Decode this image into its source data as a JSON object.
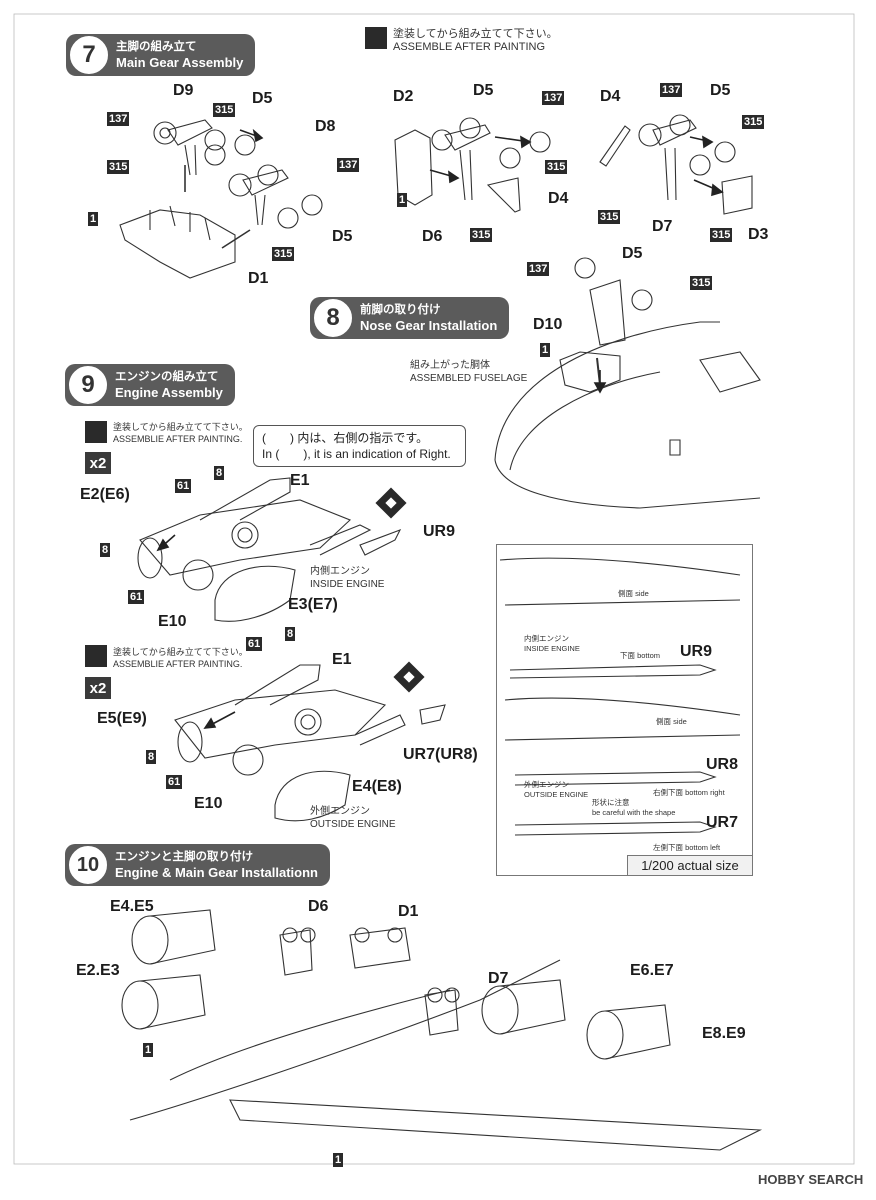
{
  "header": {
    "paint_jp": "塗装してから組み立てて下さい。",
    "paint_en": "ASSEMBLE AFTER PAINTING"
  },
  "steps": {
    "s7": {
      "num": "7",
      "jp": "主脚の組み立て",
      "en": "Main Gear Assembly"
    },
    "s8": {
      "num": "8",
      "jp": "前脚の取り付け",
      "en": "Nose Gear Installation"
    },
    "s9": {
      "num": "9",
      "jp": "エンジンの組み立て",
      "en": "Engine Assembly"
    },
    "s10": {
      "num": "10",
      "jp": "エンジンと主脚の取り付け",
      "en": "Engine & Main Gear Installationn"
    }
  },
  "step7_labels": {
    "d9": "D9",
    "d5a": "D5",
    "d8": "D8",
    "d5b": "D5",
    "d1": "D1",
    "d2": "D2",
    "d5c": "D5",
    "d4": "D4",
    "d6": "D6",
    "d4b": "D4",
    "d5d": "D5",
    "d7": "D7",
    "d3": "D3",
    "n137a": "137",
    "n315a": "315",
    "n315b": "315",
    "n137b": "137",
    "n315c": "315",
    "n1a": "1",
    "n137c": "137",
    "n315d": "315",
    "n1b": "1",
    "n315e": "315",
    "n137d": "137",
    "n315f": "315",
    "n315g": "315",
    "n315h": "315"
  },
  "step8_labels": {
    "d5": "D5",
    "d10": "D10",
    "n137": "137",
    "n315": "315",
    "n1": "1",
    "fuselage_jp": "組み上がった胴体",
    "fuselage_en": "ASSEMBLED FUSELAGE"
  },
  "step9": {
    "paint_jp": "塗装してから組み立てて下さい。",
    "paint_en": "ASSEMBLIE AFTER PAINTING.",
    "note_jp": "(　　) 内は、右側の指示です。",
    "note_en": "In (　　), it is an indication of Right.",
    "x2": "x2",
    "upper": {
      "e2": "E2(E6)",
      "e1": "E1",
      "ur9": "UR9",
      "e3": "E3(E7)",
      "e10": "E10",
      "n61a": "61",
      "n8a": "8",
      "n8b": "8",
      "n61b": "61",
      "inside_jp": "内側エンジン",
      "inside_en": "INSIDE ENGINE"
    },
    "lower": {
      "paint_jp": "塗装してから組み立てて下さい。",
      "paint_en": "ASSEMBLIE AFTER PAINTING.",
      "x2": "x2",
      "e5": "E5(E9)",
      "e1": "E1",
      "ur7": "UR7(UR8)",
      "e4": "E4(E8)",
      "e10": "E10",
      "n61a": "61",
      "n8a": "8",
      "n8b": "8",
      "n61b": "61",
      "outside_jp": "外側エンジン",
      "outside_en": "OUTSIDE ENGINE"
    }
  },
  "reference": {
    "side1": "側面 side",
    "inside_jp": "内側エンジン",
    "inside_en": "INSIDE ENGINE",
    "bottom1": "下面 bottom",
    "ur9": "UR9",
    "side2": "側面 side",
    "ur8": "UR8",
    "outside_jp": "外側エンジン",
    "outside_en": "OUTSIDE ENGINE",
    "bottom_right": "右側下面 bottom right",
    "careful_jp": "形状に注意",
    "careful_en": "be careful with the shape",
    "ur7": "UR7",
    "bottom_left": "左側下面 bottom left",
    "scale": "1/200 actual size"
  },
  "step10_labels": {
    "e45": "E4.E5",
    "d6": "D6",
    "d1": "D1",
    "e23": "E2.E3",
    "d7": "D7",
    "e67": "E6.E7",
    "e89": "E8.E9",
    "n1a": "1",
    "n1b": "1"
  },
  "watermark": "HOBBY SEARCH"
}
